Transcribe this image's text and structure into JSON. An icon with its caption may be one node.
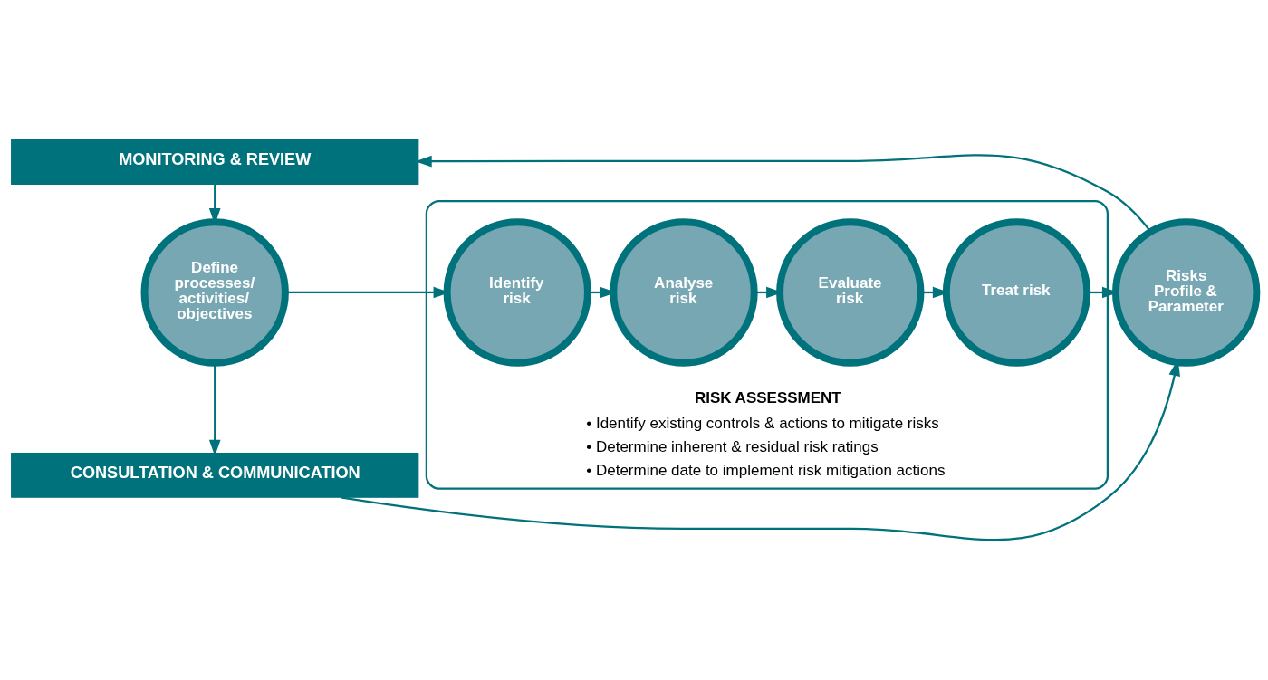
{
  "diagram": {
    "nodes": [
      {
        "text": [
          "MONITORING & REVIEW"
        ]
      },
      {
        "text": [
          "Define processes/ activities/ objectives"
        ]
      },
      {
        "text": [
          "RISK ASSESSMENT",
          "• Identify existing controls & actions to mitigate risks",
          "• Determine inherent & residual risk ratings",
          "• Determine date to implement risk mitigation actions"
        ]
      },
      {
        "text": [
          "Identify risk"
        ],
        "in": 2
      },
      {
        "text": [
          "Analyse risk"
        ],
        "in": 2
      },
      {
        "text": [
          "Evaluate risk"
        ],
        "in": 2
      },
      {
        "text": [
          "Treat risk"
        ],
        "in": 2
      },
      {
        "text": [
          "Risks Profile & Parameter"
        ]
      },
      {
        "text": [
          "CONSULTATION & COMMUNICATION"
        ]
      }
    ],
    "edges": [
      {
        "from": 1,
        "to": 3,
        "arrow": "to"
      },
      {
        "from": 3,
        "to": 4,
        "arrow": "to"
      },
      {
        "from": 4,
        "to": 5,
        "arrow": "to"
      },
      {
        "from": 5,
        "to": 6,
        "arrow": "to"
      },
      {
        "from": 6,
        "to": 7,
        "arrow": "to"
      },
      {
        "from": 0,
        "to": 1,
        "arrow": "to"
      },
      {
        "from": 1,
        "to": 8,
        "arrow": "to"
      },
      {
        "from": 7,
        "to": 0,
        "arrow": "to"
      },
      {
        "from": 8,
        "to": 7,
        "arrow": "to"
      }
    ]
  }
}
